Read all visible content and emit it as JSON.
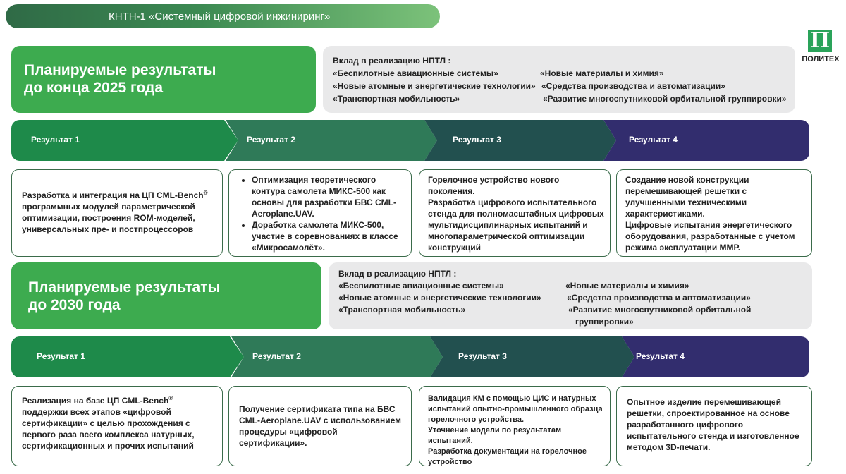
{
  "header": {
    "title": "КНТН-1 «Системный цифровой инжиниринг»"
  },
  "logo": {
    "glyph": "П",
    "text": "ПОЛИТЕХ"
  },
  "section1": {
    "title_line1": "Планируемые результаты",
    "title_line2": "до конца 2025 года",
    "contribution": {
      "heading": "Вклад в реализацию НПТЛ :",
      "left": [
        "«Беспилотные авиационные системы»",
        "«Новые атомные и энергетические технологии»",
        "«Транспортная мобильность»"
      ],
      "right": [
        "«Новые материалы и химия»",
        "«Средства производства и автоматизации»",
        "«Развитие многоспутниковой орбитальной группировки»"
      ]
    },
    "results": [
      "Результат 1",
      "Результат 2",
      "Результат 3",
      "Результат 4"
    ],
    "cards": {
      "c1_part1": "Разработка и интеграция на ЦП CML-Bench",
      "c1_sup": "®",
      "c1_part2": "программных модулей параметрической оптимизации, построения ROM-моделей, универсальных пре- и постпроцессоров",
      "c2_b1": "Оптимизация теоретического контура самолета МИКС-500 как основы для разработки БВС CML-Aeroplane.UAV.",
      "c2_b2": "Доработка самолета МИКС-500, участие в соревнованиях в классе «Микросамолёт».",
      "c3_p1": "Горелочное устройство нового поколения.",
      "c3_p2": "Разработка цифрового испытательного стенда для полномасштабных цифровых мультидисциплинарных испытаний и многопараметрической оптимизации конструкций",
      "c4_p1": "Создание новой конструкции перемешивающей решетки с улучшенными техническими характеристиками.",
      "c4_p2": "Цифровые испытания энергетического оборудования, разработанные с учетом режима эксплуатации ММР."
    }
  },
  "section2": {
    "title_line1": "Планируемые результаты",
    "title_line2": "до 2030 года",
    "contribution": {
      "heading": "Вклад в реализацию НПТЛ :",
      "left": [
        "«Беспилотные авиационные системы»",
        "«Новые атомные и энергетические технологии»",
        "«Транспортная мобильность»"
      ],
      "right": [
        "«Новые материалы и химия»",
        "«Средства производства и автоматизации»",
        "«Развитие многоспутниковой орбитальной",
        "группировки»"
      ]
    },
    "results": [
      "Результат 1",
      "Результат 2",
      "Результат 3",
      "Результат 4"
    ],
    "cards": {
      "c1_part1": "Реализация на базе ЦП CML-Bench",
      "c1_sup": "®",
      "c1_part2": "поддержки всех этапов «цифровой сертификации» с целью прохождения с первого раза всего комплекса натурных, сертификационных и прочих испытаний",
      "c2": "Получение сертификата типа на БВС CML-Aeroplane.UAV с использованием процедуры «цифровой сертификации».",
      "c3_p1": "Валидация КМ с помощью ЦИС и натурных испытаний опытно-промышленного образца горелочного устройства.",
      "c3_p2": "Уточнение модели по результатам испытаний.",
      "c3_p3": "Разработка документации на горелочное устройство",
      "c4": "Опытное изделие перемешивающей решетки, спроектированное на основе разработанного цифрового испытательного стенда и  изготовленное методом 3D-печати."
    }
  }
}
